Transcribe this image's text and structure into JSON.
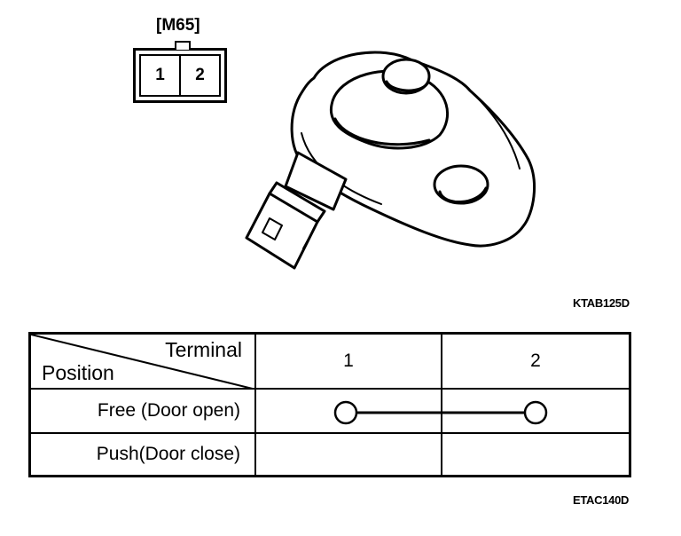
{
  "connector": {
    "label": "[M65]",
    "pins": [
      "1",
      "2"
    ]
  },
  "illustration": {
    "icon": "door-switch-icon"
  },
  "codes": {
    "top": "KTAB125D",
    "bottom": "ETAC140D"
  },
  "table": {
    "header": {
      "terminal_label": "Terminal",
      "position_label": "Position",
      "columns": [
        "1",
        "2"
      ]
    },
    "rows": [
      {
        "position": "Free (Door open)",
        "continuity": true
      },
      {
        "position": "Push(Door close)",
        "continuity": false
      }
    ]
  }
}
